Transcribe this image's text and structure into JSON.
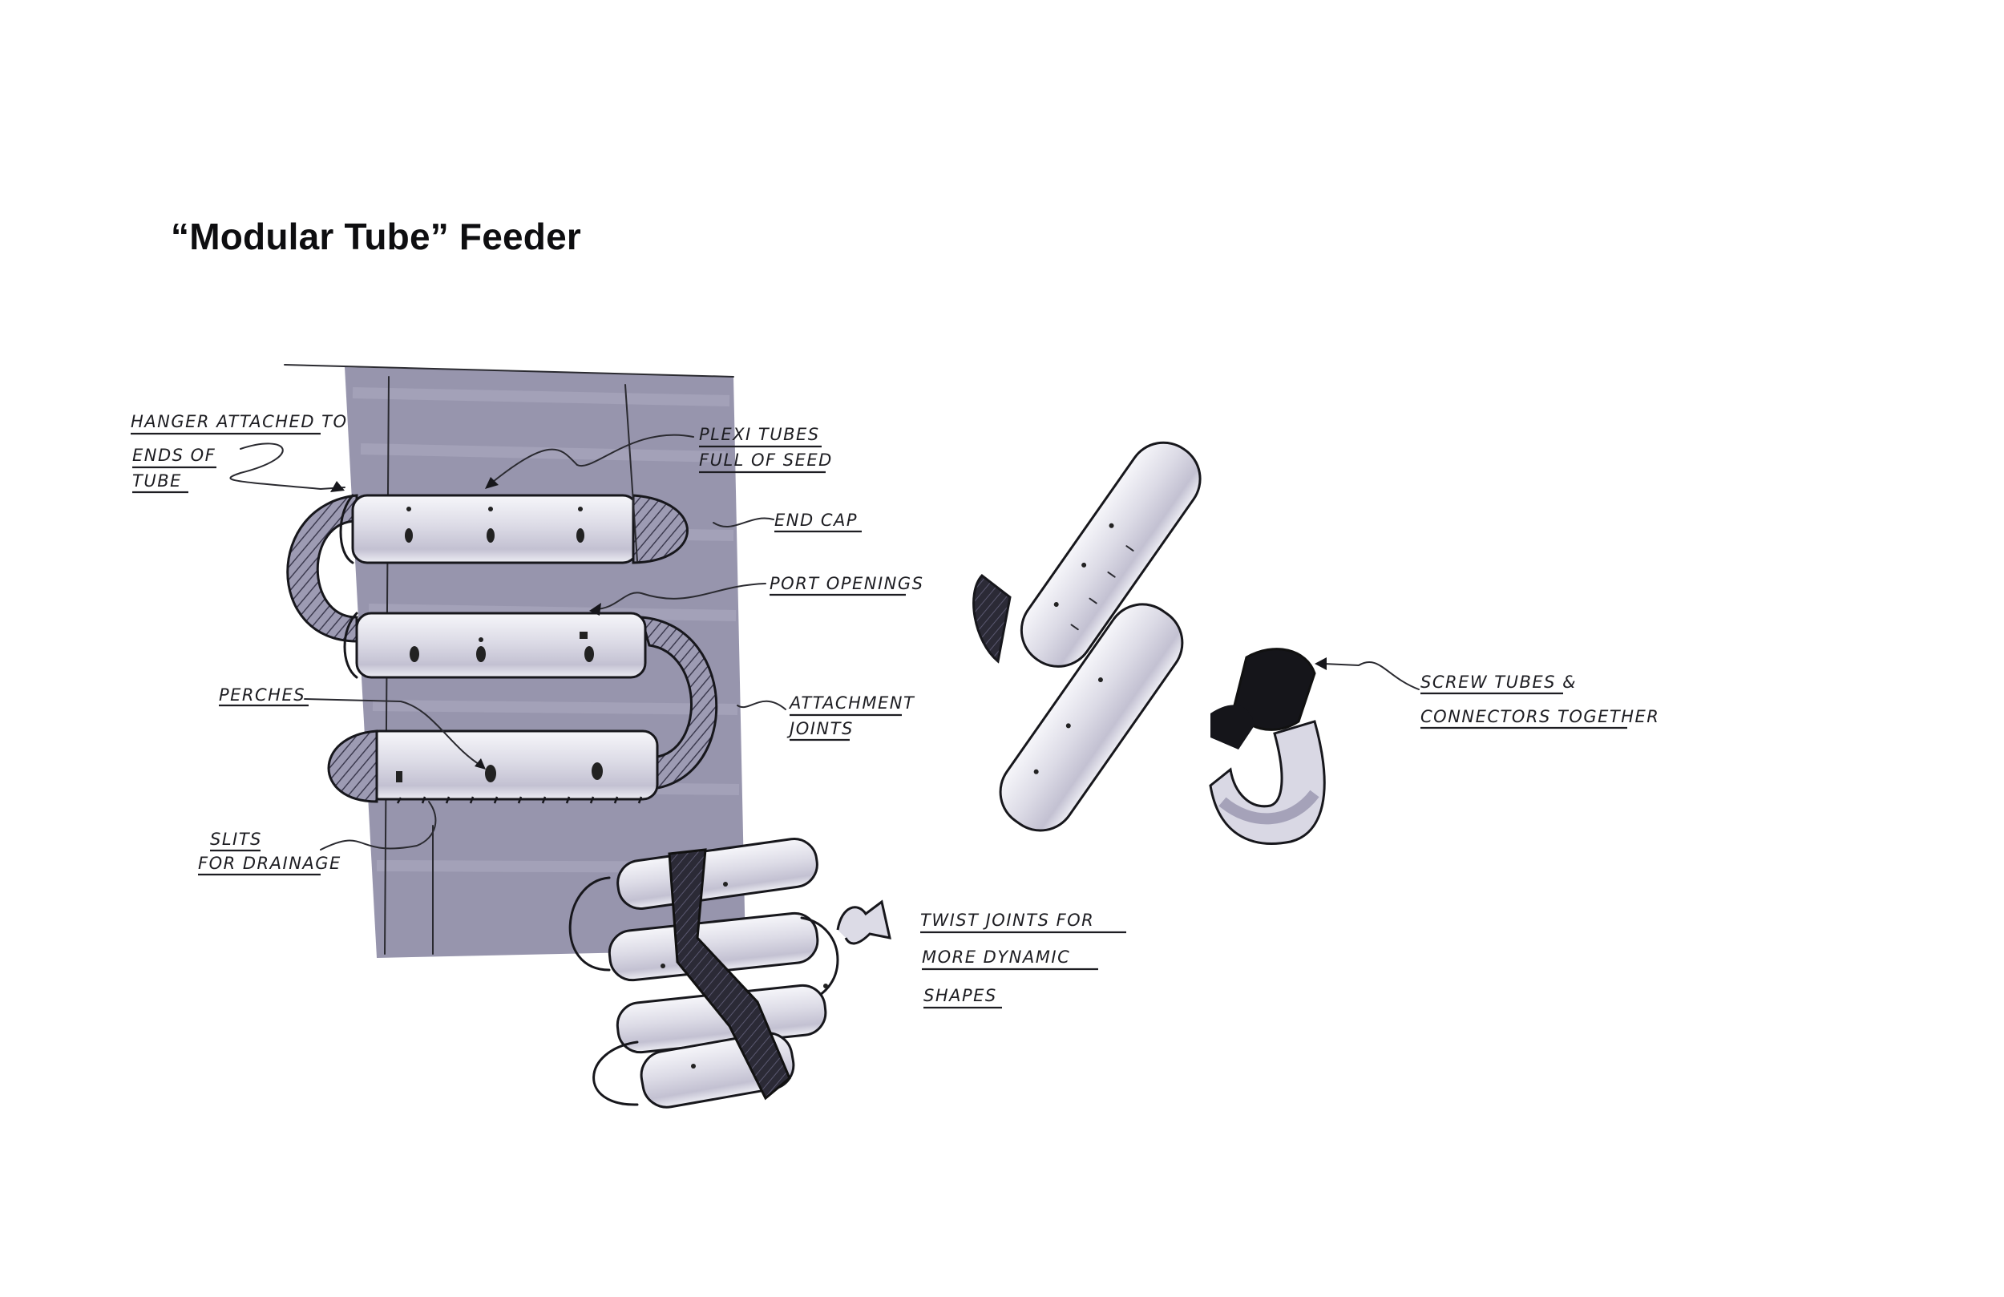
{
  "title": "“Modular Tube” Feeder",
  "colors": {
    "ink": "#17171c",
    "marker_gray": "#8e8ca6",
    "marker_dark": "#4a4860",
    "tube_fill": "#e8e7f0"
  },
  "annotations": {
    "hanger": [
      "HANGER ATTACHED TO",
      "ENDS OF",
      "TUBE"
    ],
    "plexi": [
      "PLEXI TUBES",
      "FULL OF SEED"
    ],
    "endcap": [
      "END CAP"
    ],
    "port": [
      "PORT OPENINGS"
    ],
    "perches": [
      "PERCHES"
    ],
    "attachment": [
      "ATTACHMENT",
      "JOINTS"
    ],
    "slits": [
      "SLITS",
      "FOR DRAINAGE"
    ],
    "twist": [
      "TWIST JOINTS FOR",
      "MORE DYNAMIC",
      "SHAPES"
    ],
    "screw": [
      "SCREW TUBES &",
      "CONNECTORS TOGETHER"
    ]
  }
}
